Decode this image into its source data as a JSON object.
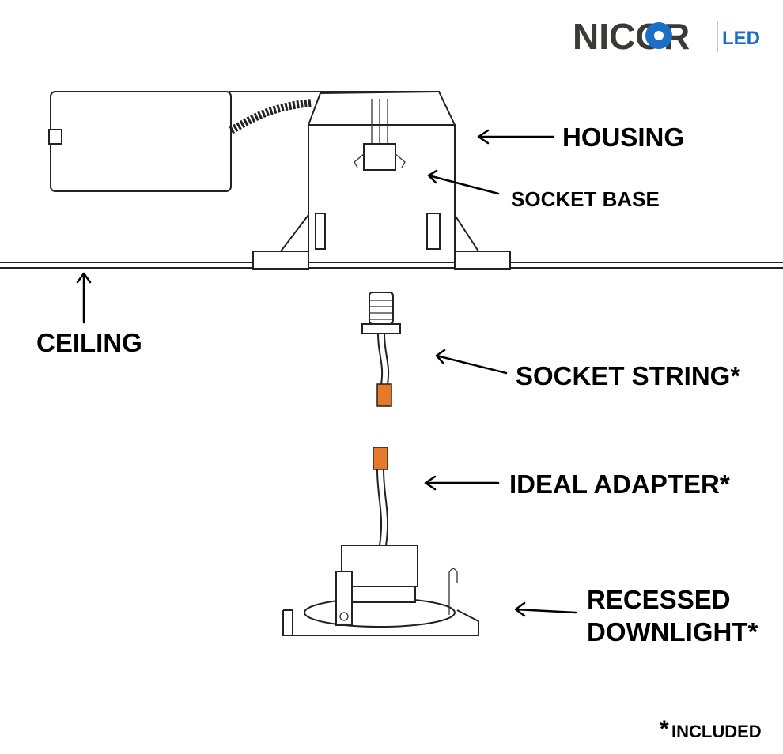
{
  "logo": {
    "brand": "NICOR",
    "suffix": "LED",
    "brand_color": "#3a3a38",
    "accent_color": "#1b6fc4"
  },
  "labels": {
    "housing": "HOUSING",
    "socket_base": "SOCKET BASE",
    "ceiling": "CEILING",
    "socket_string": "SOCKET STRING*",
    "ideal_adapter": "IDEAL ADAPTER*",
    "recessed_line1": "RECESSED",
    "recessed_line2": "DOWNLIGHT*",
    "footnote_star": "*",
    "footnote": "INCLUDED"
  },
  "colors": {
    "connector": "#e8782a"
  }
}
